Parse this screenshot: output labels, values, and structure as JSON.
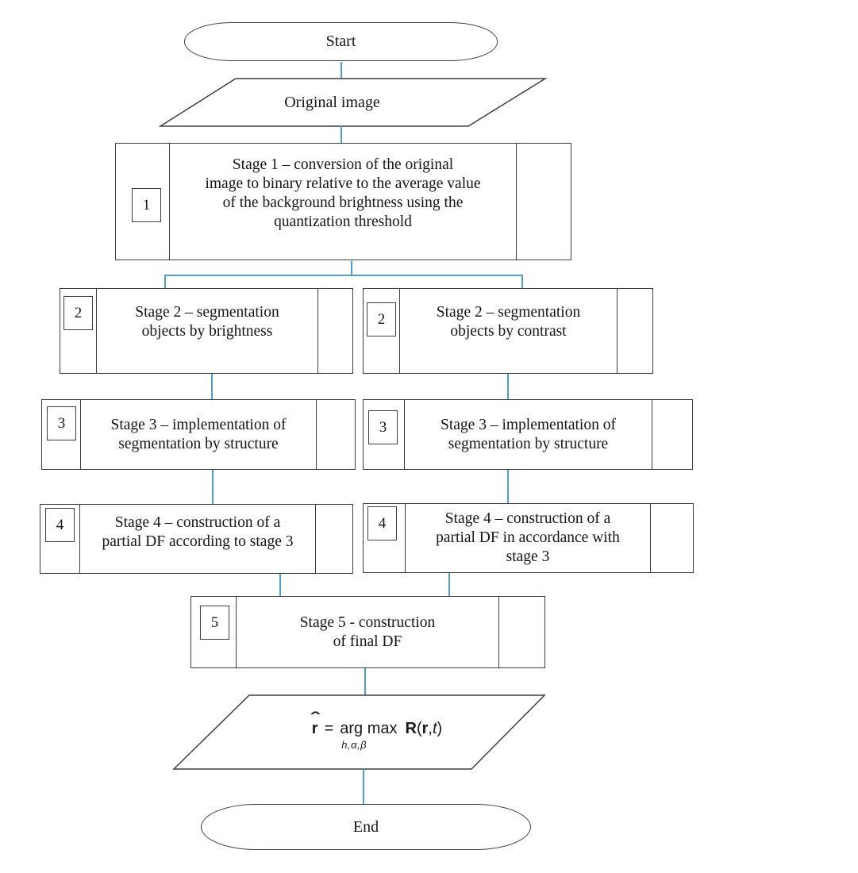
{
  "colors": {
    "connector_blue": "#4E9FD0",
    "shape_border": "#3E3E3E"
  },
  "flowchart": {
    "start_label": "Start",
    "end_label": "End",
    "input_label": "Original image",
    "stages": {
      "s1": {
        "num": "1",
        "lines": [
          "Stage 1 – conversion of the original",
          "image to binary relative to the average value",
          "of the background brightness using the",
          "quantization threshold"
        ]
      },
      "s2_left": {
        "num": "2",
        "lines": [
          "Stage 2 – segmentation",
          "objects by brightness"
        ]
      },
      "s2_right": {
        "num": "2",
        "lines": [
          "Stage 2 – segmentation",
          "objects by contrast"
        ]
      },
      "s3_left": {
        "num": "3",
        "lines": [
          "Stage 3 – implementation of",
          "segmentation by structure"
        ]
      },
      "s3_right": {
        "num": "3",
        "lines": [
          "Stage 3 – implementation of",
          "segmentation by structure"
        ]
      },
      "s4_left": {
        "num": "4",
        "lines": [
          "Stage 4 – construction of a",
          "partial DF according to stage 3"
        ]
      },
      "s4_right": {
        "num": "4",
        "lines": [
          "Stage 4 – construction of a",
          "partial DF in accordance with",
          "stage 3"
        ]
      },
      "s5": {
        "num": "5",
        "lines": [
          "Stage 5 - construction",
          "of final DF"
        ]
      }
    },
    "formula": {
      "hat": "ˆ",
      "r_hat": "r",
      "equals": "=",
      "operator": "arg max",
      "subscript": "h,α,β",
      "R": "R",
      "lparen": "(",
      "r_vec": "r",
      "comma": ",",
      "t": "t",
      "rparen": ")"
    }
  }
}
